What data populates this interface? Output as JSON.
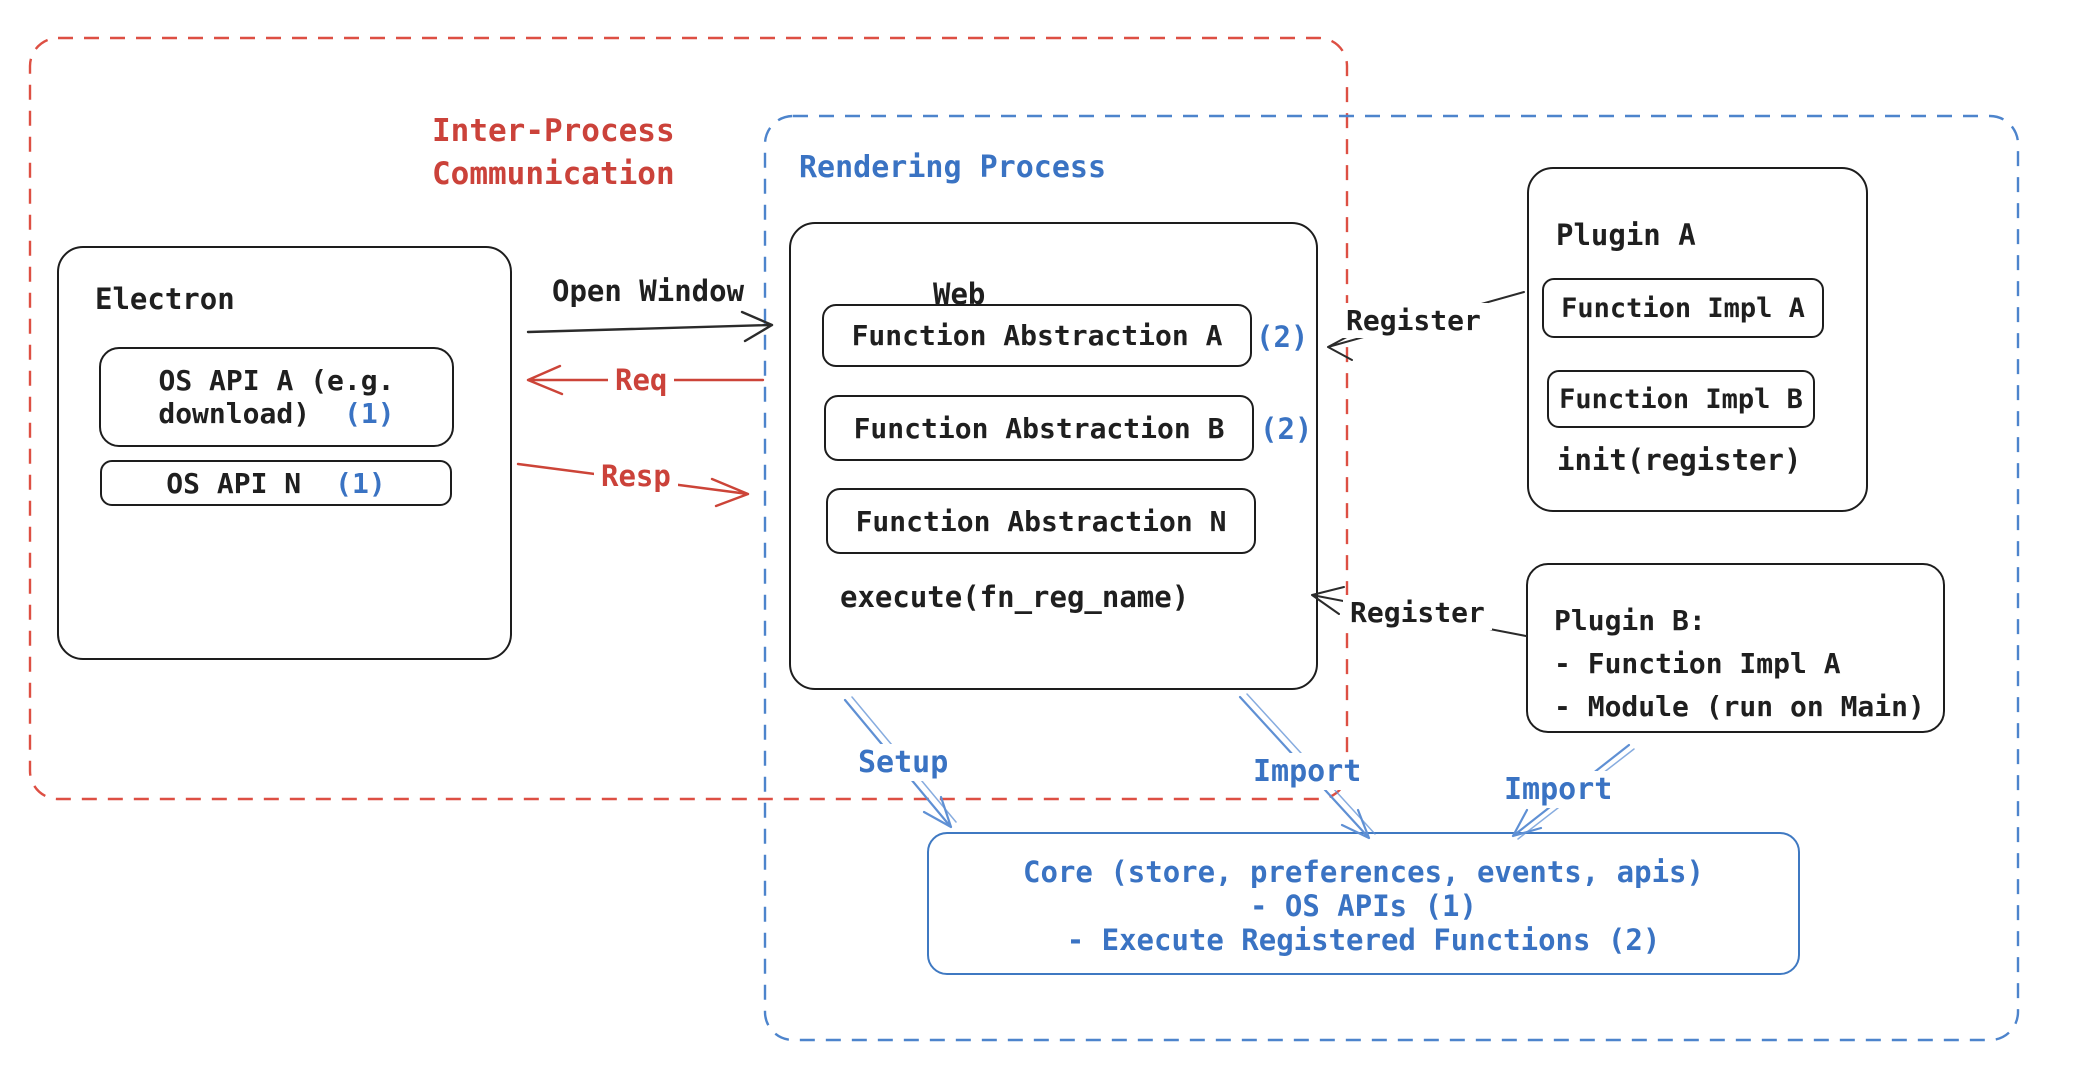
{
  "colors": {
    "ink": "#1f1f1f",
    "red": "#cb423a",
    "blue": "#3a73c3",
    "arrow_blue": "#5f90d4",
    "red_dash": "#dd4f43",
    "blue_dash": "#4d84cc",
    "core_border": "#3f79c2"
  },
  "regions": {
    "ipc_label": "Inter-Process\nCommunication",
    "rendering_label": "Rendering Process"
  },
  "electron": {
    "title": "Electron",
    "api_a_line1": "OS API A (e.g.",
    "api_a_line2": "download)",
    "api_a_badge": "(1)",
    "api_n_label": "OS API N",
    "api_n_badge": "(1)"
  },
  "web": {
    "title": "Web",
    "fa_a": "Function Abstraction A",
    "fa_a_badge": "(2)",
    "fa_b": "Function Abstraction B",
    "fa_b_badge": "(2)",
    "fa_n": "Function Abstraction N",
    "execute": "execute(fn_reg_name)"
  },
  "plugin_a": {
    "title": "Plugin A",
    "impl_a": "Function Impl A",
    "impl_b": "Function Impl B",
    "init": "init(register)"
  },
  "plugin_b": {
    "title": "Plugin B:",
    "item_1": "- Function Impl A",
    "item_2": "- Module (run on Main)"
  },
  "core": {
    "line_1": "Core (store, preferences, events, apis)",
    "line_2": "- OS APIs (1)",
    "line_3": "- Execute Registered Functions (2)"
  },
  "connectors": {
    "open_window": "Open Window",
    "req": "Req",
    "resp": "Resp",
    "register_a": "Register",
    "register_b": "Register",
    "setup": "Setup",
    "import_web": "Import",
    "import_plugin": "Import"
  }
}
